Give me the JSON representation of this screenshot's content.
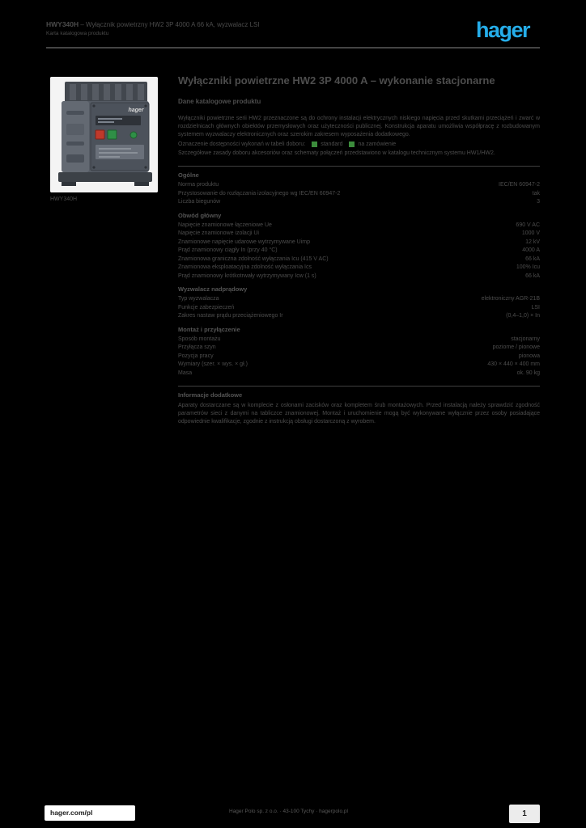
{
  "colors": {
    "background": "#000000",
    "text_gray": "#4d4d4d",
    "accent_blue": "#25ade9",
    "legend_green": "#3c8c3c",
    "page_white": "#f4f4f4"
  },
  "header": {
    "code": "HWY340H",
    "description": " – Wyłącznik powietrzny HW2 3P 4000 A 66 kA, wyzwalacz LSI",
    "subline": "Karta katalogowa produktu",
    "logo": "hager"
  },
  "product_image": {
    "caption": "HWY340H",
    "device_label": "hager"
  },
  "main": {
    "title": "Wyłączniki powietrzne HW2 3P 4000 A – wykonanie stacjonarne",
    "subtitle": "Dane katalogowe produktu",
    "intro_p1": "Wyłączniki powietrzne serii HW2 przeznaczone są do ochrony instalacji elektrycznych niskiego napięcia przed skutkami przeciążeń i zwarć w rozdzielnicach głównych obiektów przemysłowych oraz użyteczności publicznej. Konstrukcja aparatu umożliwia współpracę z rozbudowanym systemem wyzwalaczy elektronicznych oraz szerokim zakresem wyposażenia dodatkowego.",
    "legend_prefix": "Oznaczenie dostępności wykonań w tabeli doboru:",
    "legend": [
      {
        "label": "standard"
      },
      {
        "label": "na zamówienie"
      }
    ],
    "intro_p2": "Szczegółowe zasady doboru akcesoriów oraz schematy połączeń przedstawiono w katalogu technicznym systemu HW1/HW2."
  },
  "sections": {
    "general": {
      "title": "Ogólne",
      "rows": [
        {
          "label": "Norma produktu",
          "value": "IEC/EN 60947-2"
        },
        {
          "label": "Przystosowanie do rozłączania izolacyjnego wg IEC/EN 60947-2",
          "value": "tak"
        },
        {
          "label": "Liczba biegunów",
          "value": "3"
        }
      ]
    },
    "main_circuit": {
      "title": "Obwód główny",
      "rows": [
        {
          "label": "Napięcie znamionowe łączeniowe Ue",
          "value": "690 V AC"
        },
        {
          "label": "Napięcie znamionowe izolacji Ui",
          "value": "1000 V"
        },
        {
          "label": "Znamionowe napięcie udarowe wytrzymywane Uimp",
          "value": "12 kV"
        },
        {
          "label": "Prąd znamionowy ciągły In (przy 40 °C)",
          "value": "4000 A"
        },
        {
          "label": "Znamionowa graniczna zdolność wyłączania Icu (415 V AC)",
          "value": "66 kA"
        },
        {
          "label": "Znamionowa eksploatacyjna zdolność wyłączania Ics",
          "value": "100% Icu"
        },
        {
          "label": "Prąd znamionowy krótkotrwały wytrzymywany Icw (1 s)",
          "value": "66 kA"
        }
      ]
    },
    "trip_unit": {
      "title": "Wyzwalacz nadprądowy",
      "rows": [
        {
          "label": "Typ wyzwalacza",
          "value": "elektroniczny AGR-21B"
        },
        {
          "label": "Funkcje zabezpieczeń",
          "value": "LSI"
        },
        {
          "label": "Zakres nastaw prądu przeciążeniowego Ir",
          "value": "(0,4–1,0) × In"
        }
      ]
    },
    "mounting": {
      "title": "Montaż i przyłączenie",
      "rows": [
        {
          "label": "Sposób montażu",
          "value": "stacjonarny"
        },
        {
          "label": "Przyłącza szyn",
          "value": "poziome / pionowe"
        },
        {
          "label": "Pozycja pracy",
          "value": "pionowa"
        },
        {
          "label": "Wymiary (szer. × wys. × gł.)",
          "value": "430 × 440 × 400 mm"
        },
        {
          "label": "Masa",
          "value": "ok. 90 kg"
        }
      ]
    }
  },
  "notes": {
    "title": "Informacje dodatkowe",
    "body": "Aparaty dostarczane są w komplecie z osłonami zacisków oraz kompletem śrub montażowych. Przed instalacją należy sprawdzić zgodność parametrów sieci z danymi na tabliczce znamionowej. Montaż i uruchomienie mogą być wykonywane wyłącznie przez osoby posiadające odpowiednie kwalifikacje, zgodnie z instrukcją obsługi dostarczoną z wyrobem."
  },
  "footer": {
    "site": "hager.com/pl",
    "company_line": "Hager Polo sp. z o.o. · 43-100 Tychy · hagerpolo.pl",
    "page_ref": "1"
  }
}
